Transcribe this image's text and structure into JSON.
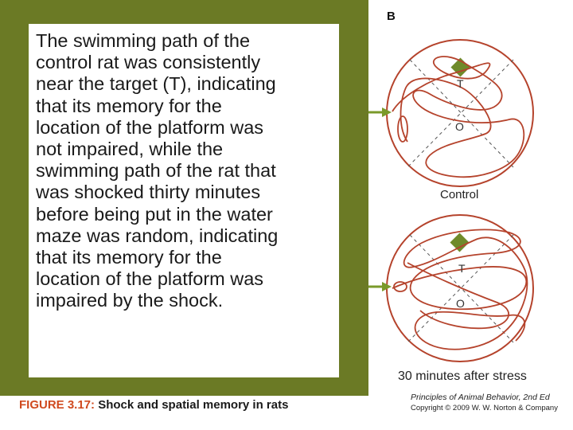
{
  "body_text": "The swimming path of the\ncontrol rat was consistently\nnear the target (T), indicating\nthat its memory for the\nlocation of the platform was\nnot impaired, while the\nswimming path of the rat that\nwas shocked thirty minutes\nbefore being put in the water\nmaze was random, indicating\nthat its memory for the\nlocation of the platform was\nimpaired by the shock.",
  "caption": {
    "figure_number": "FIGURE 3.17:",
    "title": " Shock and spatial memory in rats"
  },
  "figure": {
    "panel_label": "B",
    "target_marker": "T",
    "origin_marker": "O",
    "top_circle_label": "Control",
    "bottom_circle_label": "30 minutes after stress",
    "credit_line1": "Principles of Animal Behavior, 2nd Ed",
    "credit_line2": "Copyright © 2009 W. W. Norton & Company"
  },
  "colors": {
    "panel_background": "#6b7a25",
    "caption_accent": "#d04a1f",
    "swim_path": "#b5432c",
    "platform": "#6f8a2a",
    "start_arrow": "#7a9a2a"
  }
}
